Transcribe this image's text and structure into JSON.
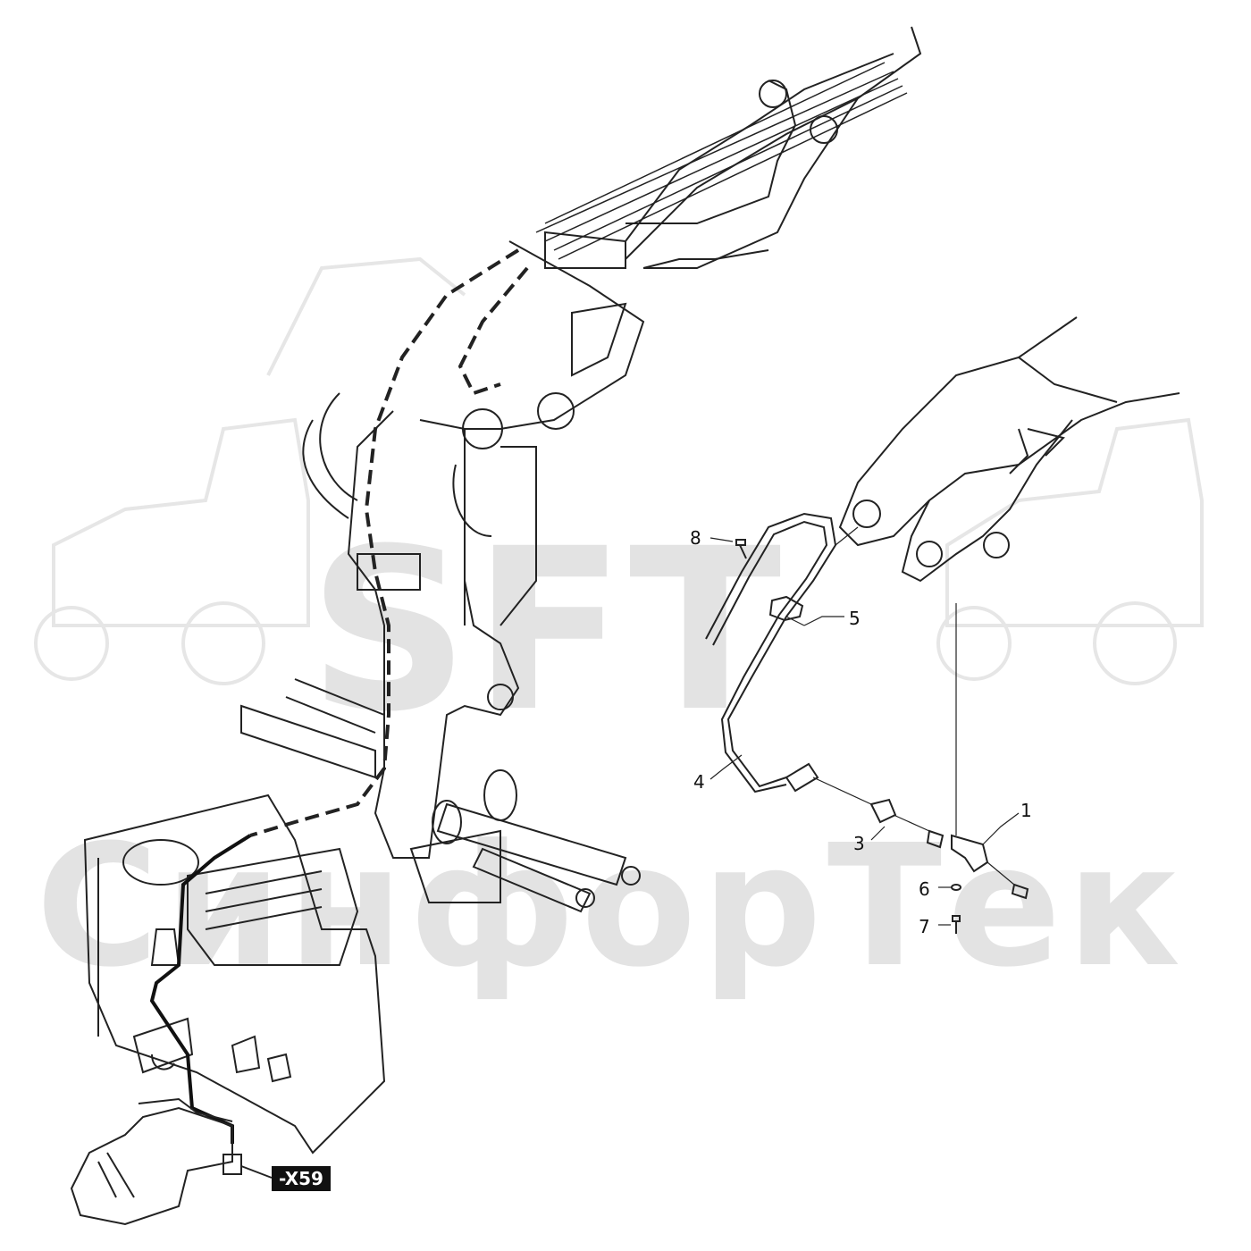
{
  "watermark": {
    "brand_latin": "SFT",
    "brand_cyrillic": "СинфорТек"
  },
  "callouts": {
    "c1": "1",
    "c3": "3",
    "c4": "4",
    "c5": "5",
    "c6": "6",
    "c7": "7",
    "c8": "8"
  },
  "connector_label": "-X59",
  "colors": {
    "line": "#222222",
    "watermark": "#e3e3e3",
    "label_bg": "#111111"
  }
}
